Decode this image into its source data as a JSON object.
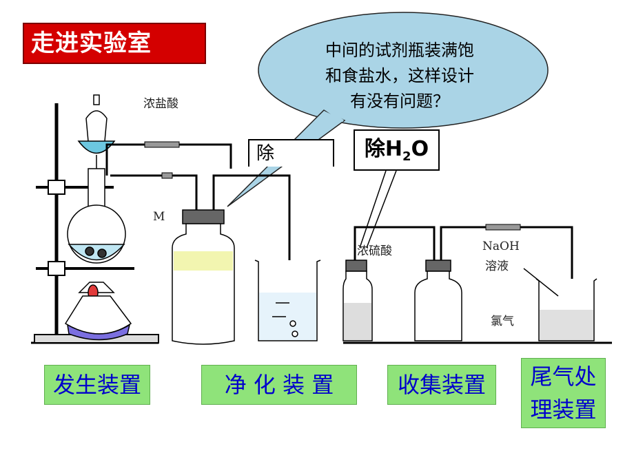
{
  "title": "走进实验室",
  "callout": {
    "lines": [
      "中间的试剂瓶装满饱",
      "和食盐水，这样设计",
      "有没有问题？"
    ]
  },
  "remove_h2o": {
    "prefix": "除",
    "formula_main": "H",
    "formula_sub": "2",
    "formula_tail": "O"
  },
  "partial_box_text": "除",
  "apparatus_labels": {
    "conc_hcl": "浓盐酸",
    "flask_m": "M",
    "conc_h2so4": "浓硫酸",
    "naoh": "NaOH",
    "solution": "溶液",
    "chlorine": "氯气"
  },
  "sections": [
    {
      "label": "发生装置"
    },
    {
      "label": "净 化 装 置"
    },
    {
      "label": "收集装置"
    },
    {
      "label_line1": "尾气处",
      "label_line2": "理装置"
    }
  ],
  "colors": {
    "title_bg": "#d40000",
    "callout_bg": "#aad4e6",
    "label_bg": "#8fe37a",
    "label_text": "#0000cc"
  }
}
